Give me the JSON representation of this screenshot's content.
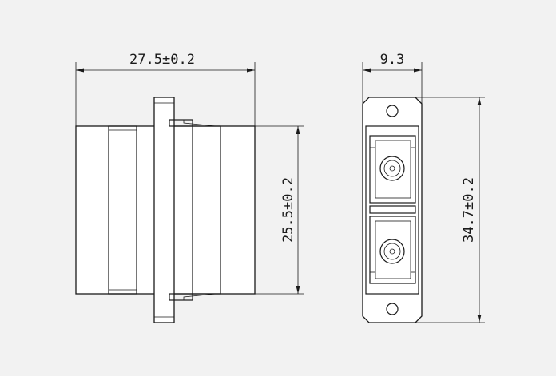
{
  "dimensions": {
    "side_width": "27.5±0.2",
    "side_height": "25.5±0.2",
    "front_width": "9.3",
    "front_height": "34.7±0.2"
  },
  "colors": {
    "background": "#f2f2f2",
    "line": "#1a1a1a",
    "fill": "#ffffff"
  }
}
